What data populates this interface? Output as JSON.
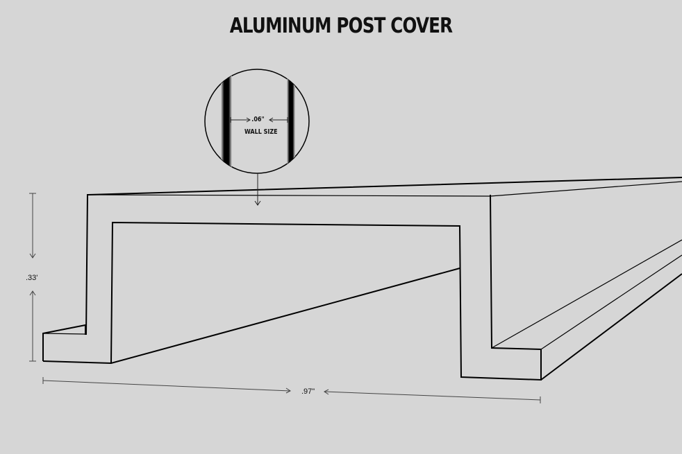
{
  "title": "ALUMINUM POST COVER",
  "detail": {
    "wall_dimension": ".06\"",
    "wall_label": "WALL SIZE"
  },
  "dimensions": {
    "height": ".33'",
    "width": ".97\""
  }
}
